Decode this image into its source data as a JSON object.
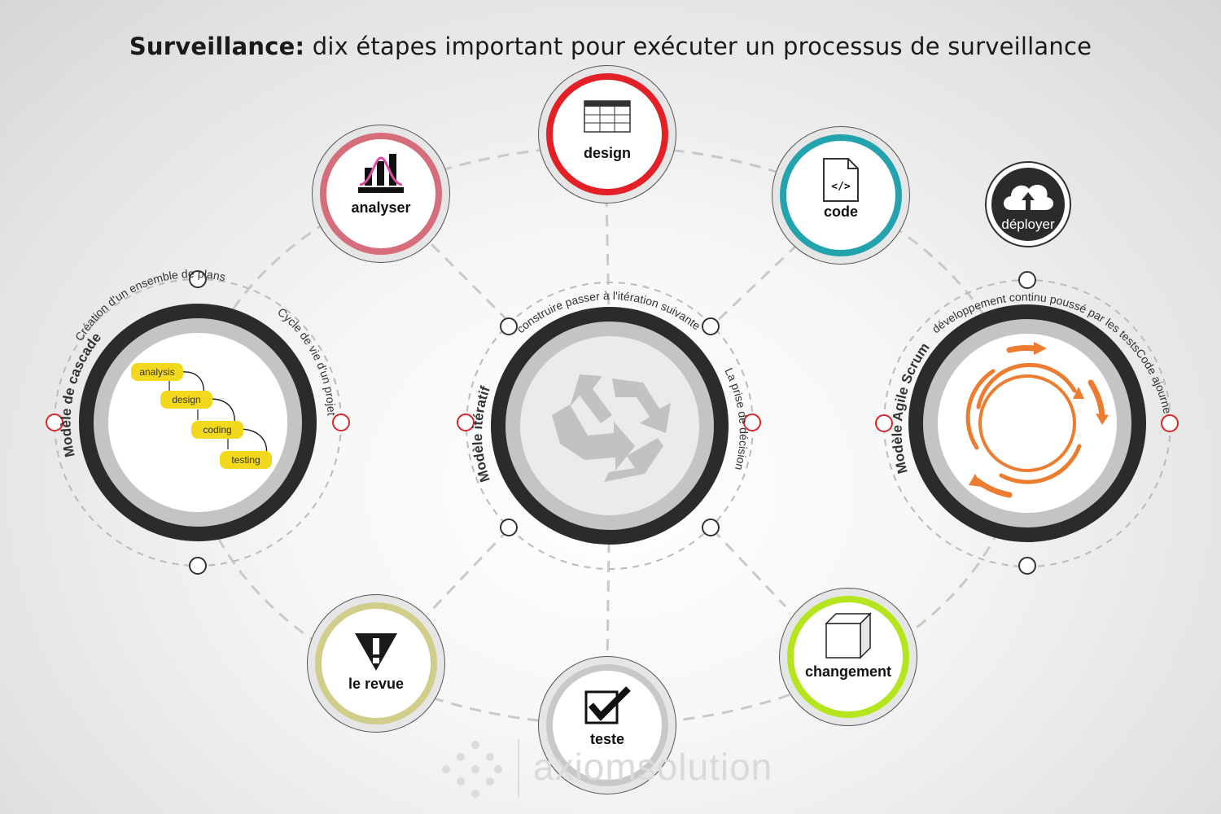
{
  "title": {
    "bold": "Surveillance:",
    "rest": " dix étapes important pour exécuter un processus de surveillance"
  },
  "nodes": {
    "design": {
      "label": "design",
      "color": "#e42027",
      "icon": "table-icon"
    },
    "analyser": {
      "label": "analyser",
      "color": "#d56d7a",
      "icon": "bar-chart-bell-curve-icon"
    },
    "code": {
      "label": "code",
      "color": "#22a3ad",
      "icon": "code-file-icon"
    },
    "deployer": {
      "label": "déployer",
      "color": "#2b2b2b",
      "icon": "cloud-upload-icon"
    },
    "revue": {
      "label": "le revue",
      "color": "#d1cd8a",
      "icon": "warning-icon"
    },
    "teste": {
      "label": "teste",
      "color": "#c8c8c8",
      "icon": "checkbox-icon"
    },
    "changement": {
      "label": "changement",
      "color": "#b5e61d",
      "icon": "cube-icon"
    }
  },
  "models": {
    "cascade": {
      "title": "Modèle de cascade",
      "arc1": "Création d'un ensemble de plans",
      "arc2": "Cycle de vie d'un projet",
      "steps": [
        "analysis",
        "design",
        "coding",
        "testing"
      ],
      "chip_color": "#f3d91e"
    },
    "iteratif": {
      "title": "Modèle itératif",
      "arc1": "construire passer à l'itération suivante",
      "arc2": "La prise de décision",
      "icon": "recycle-icon"
    },
    "scrum": {
      "title": "Modèle Agile Scrum",
      "arc1": "développement continu poussé par les testsCode ajourner",
      "icon": "cycle-arrows-icon",
      "accent": "#ec7c30"
    }
  },
  "watermark": "axiomsolution"
}
